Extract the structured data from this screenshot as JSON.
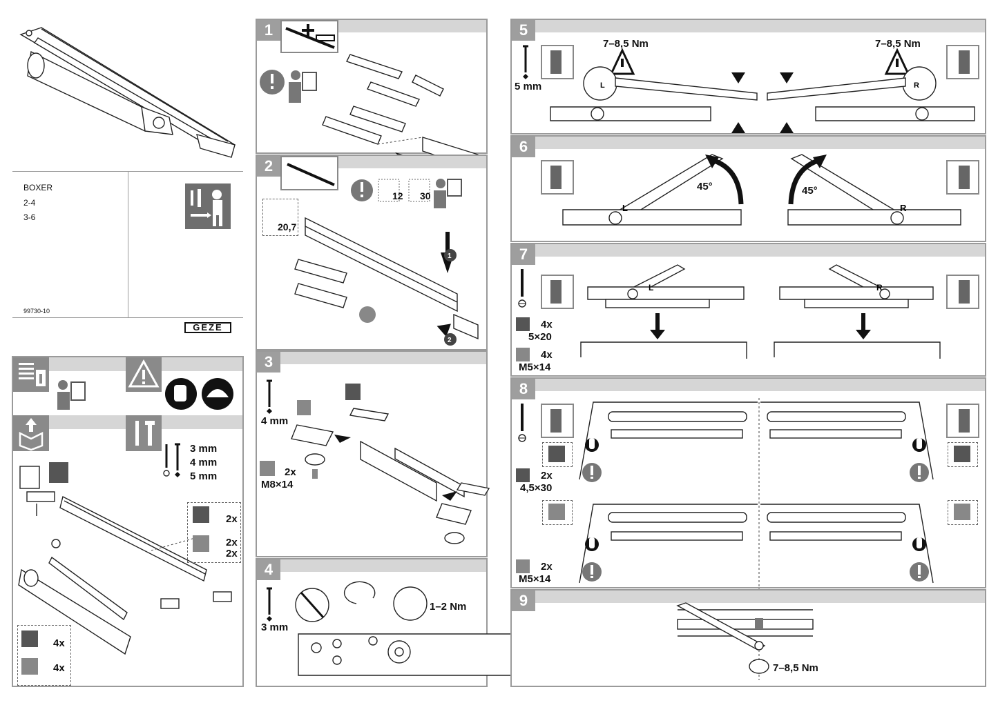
{
  "cover": {
    "product": "BOXER",
    "size1": "2-4",
    "size2": "3-6",
    "doc_number": "99730-10",
    "brand": "GEZE"
  },
  "intro": {
    "tools": [
      "3 mm",
      "4 mm",
      "5 mm"
    ],
    "qty_wood": "2x",
    "qty_metal_a": "2x",
    "qty_metal_b": "2x",
    "qty_wood_bottom": "4x",
    "qty_metal_bottom": "4x"
  },
  "steps": [
    {
      "n": "1"
    },
    {
      "n": "2",
      "labels": {
        "w207": "20,7",
        "w12": "12",
        "w30": "30",
        "m1": "1",
        "m2": "2"
      }
    },
    {
      "n": "3",
      "hex": "4 mm",
      "qty": "2x",
      "screw": "M8×14"
    },
    {
      "n": "4",
      "hex": "3 mm",
      "torque": "1–2 Nm"
    },
    {
      "n": "5",
      "hex": "5 mm",
      "torque_left": "7–8,5 Nm",
      "torque_right": "7–8,5 Nm",
      "L": "L",
      "R": "R"
    },
    {
      "n": "6",
      "angle_left": "45°",
      "angle_right": "45°",
      "L": "L",
      "R": "R"
    },
    {
      "n": "7",
      "qty_wood": "4x",
      "screw_wood": "5×20",
      "qty_metal": "4x",
      "screw_metal": "M5×14",
      "L": "L",
      "R": "R"
    },
    {
      "n": "8",
      "qty_wood": "2x",
      "screw_wood": "4,5×30",
      "qty_metal": "2x",
      "screw_metal": "M5×14"
    },
    {
      "n": "9",
      "torque": "7–8,5 Nm"
    }
  ],
  "icons": [
    "info-icon",
    "warning-icon",
    "gloves-icon",
    "helmet-icon",
    "unpack-icon",
    "tools-icon",
    "hex-key-icon",
    "screwdriver-icon",
    "door-icon",
    "wood-icon",
    "metal-icon",
    "rotate-icon"
  ]
}
